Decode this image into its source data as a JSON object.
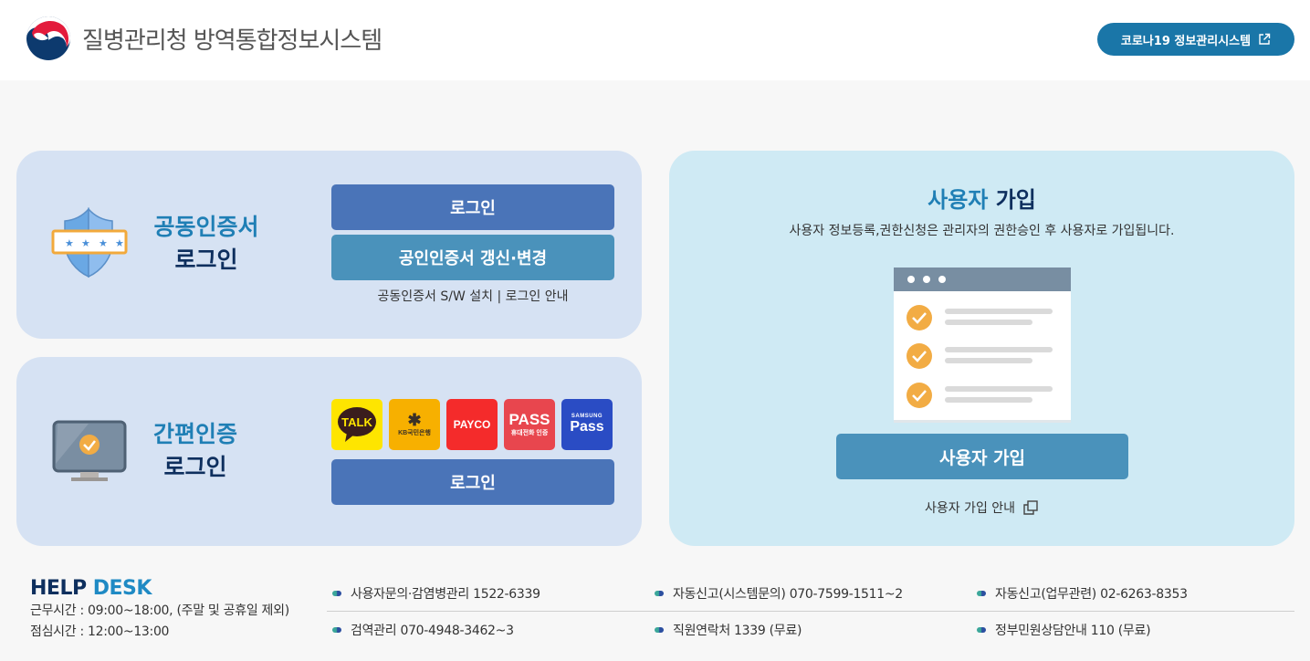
{
  "header": {
    "site_title": "질병관리청 방역통합정보시스템",
    "logo_icon": "taegeuk-logo-icon",
    "corona_button": {
      "label": "코로나19 정보관리시스템",
      "icon": "external-link-icon"
    }
  },
  "cert_login": {
    "title_line1": "공동인증서",
    "title_line2": "로그인",
    "icon": "shield-password-icon",
    "login_button": "로그인",
    "renew_button": "공인인증서 갱신·변경",
    "links": {
      "install": "공동인증서 S/W 설치",
      "separator": "|",
      "guide": "로그인 안내"
    }
  },
  "simple_login": {
    "title_line1": "간편인증",
    "title_line2": "로그인",
    "icon": "monitor-check-icon",
    "providers": [
      {
        "name": "KakaoTalk",
        "label": "TALK",
        "bg": "#fee500"
      },
      {
        "name": "KB국민은행",
        "label": "KB국민은행",
        "bg": "#f7b000"
      },
      {
        "name": "PAYCO",
        "label": "PAYCO",
        "bg": "#f42b2b"
      },
      {
        "name": "PASS",
        "label": "PASS",
        "sub": "휴대전화 인증",
        "bg": "#e8464e"
      },
      {
        "name": "Samsung Pass",
        "label": "Pass",
        "sub": "SAMSUNG",
        "bg": "#2a4cc4"
      }
    ],
    "login_button": "로그인"
  },
  "signup": {
    "title_a": "사용자",
    "title_b": "가입",
    "description": "사용자 정보등록,권한신청은 관리자의 권한승인 후 사용자로 가입됩니다.",
    "illustration": "checklist-window-icon",
    "button": "사용자 가입",
    "guide": "사용자 가입 안내",
    "guide_icon": "popup-window-icon"
  },
  "helpdesk": {
    "title_a": "HELP",
    "title_b": "DESK",
    "hours": "근무시간 : 09:00~18:00, (주말 및 공휴일 제외)",
    "lunch": "점심시간 : 12:00~13:00",
    "contacts": [
      [
        "사용자문의·감염병관리 1522-6339",
        "자동신고(시스템문의) 070-7599-1511~2",
        "자동신고(업무관련) 02-6263-8353"
      ],
      [
        "검역관리 070-4948-3462~3",
        "직원연락처 1339 (무료)",
        "정부민원상담안내 110 (무료)"
      ]
    ]
  },
  "colors": {
    "brand_blue": "#1a76a8",
    "card_login_bg": "#d6e2f3",
    "card_signup_bg": "#cfeaf4",
    "button_blue": "#4a74b8",
    "button_teal": "#4a92bb",
    "title_navy": "#0e2f5e",
    "title_blue": "#1f7fb5"
  }
}
